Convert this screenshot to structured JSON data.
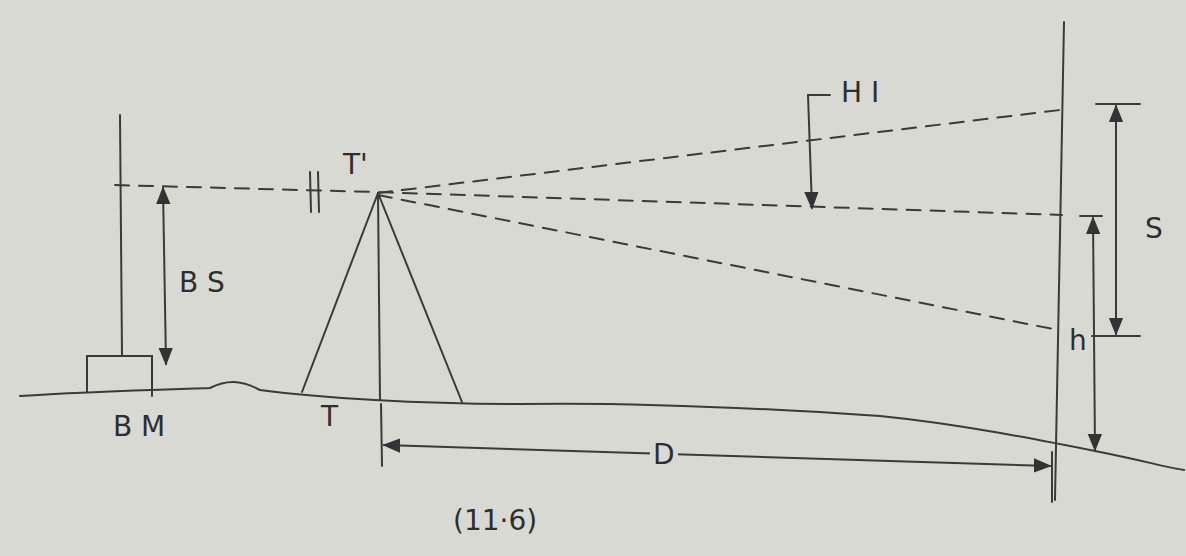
{
  "diagram": {
    "labels": [
      "H I",
      "T'",
      "B S",
      "S",
      "h",
      "B M",
      "T",
      "D",
      "(11·6)"
    ]
  }
}
